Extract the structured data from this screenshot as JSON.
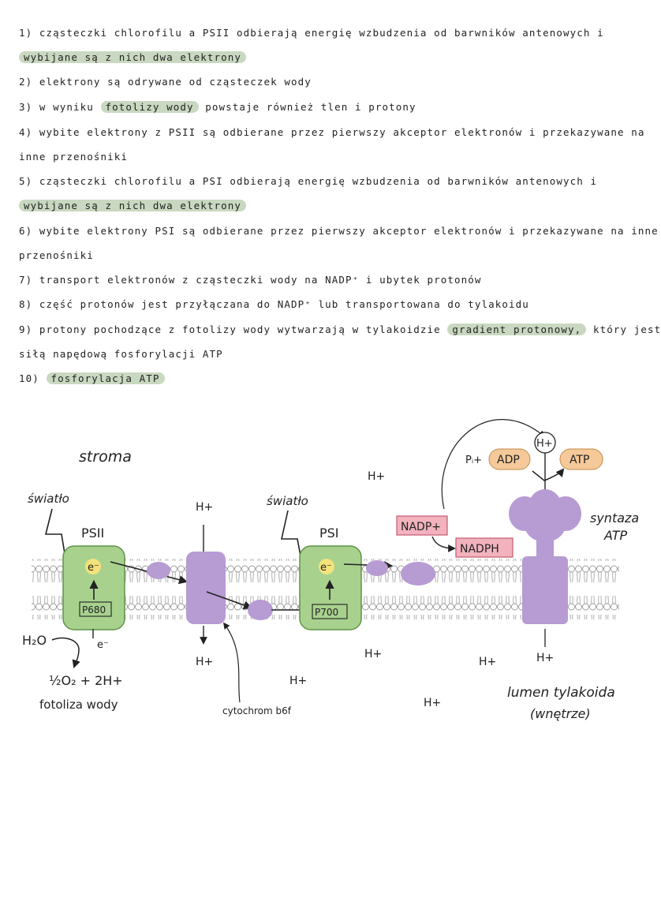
{
  "notes": [
    {
      "parts": [
        {
          "t": "1) cząsteczki chlorofilu a PSII odbierają energię wzbudzenia od barwników antenowych i"
        }
      ]
    },
    {
      "parts": [
        {
          "t": "wybijane są z nich dwa elektrony",
          "hl": true
        }
      ]
    },
    {
      "parts": [
        {
          "t": "2) elektrony są odrywane od cząsteczek wody"
        }
      ]
    },
    {
      "parts": [
        {
          "t": "3) w wyniku "
        },
        {
          "t": "fotolizy wody",
          "hl": true
        },
        {
          "t": " powstaje również tlen i protony"
        }
      ]
    },
    {
      "parts": [
        {
          "t": "4) wybite elektrony z PSII są odbierane przez pierwszy akceptor elektronów i przekazywane na"
        }
      ]
    },
    {
      "parts": [
        {
          "t": "inne przenośniki"
        }
      ]
    },
    {
      "parts": [
        {
          "t": "5) cząsteczki chlorofilu a PSI odbierają energię wzbudzenia od barwników antenowych i"
        }
      ]
    },
    {
      "parts": [
        {
          "t": "wybijane są z nich dwa elektrony",
          "hl": true
        }
      ]
    },
    {
      "parts": [
        {
          "t": "6) wybite elektrony PSI są odbierane przez pierwszy akceptor elektronów i przekazywane na inne"
        }
      ]
    },
    {
      "parts": [
        {
          "t": "przenośniki"
        }
      ]
    },
    {
      "parts": [
        {
          "t": "7) transport elektronów z cząsteczki wody na NADP⁺ i ubytek protonów"
        }
      ]
    },
    {
      "parts": [
        {
          "t": "8) część protonów jest przyłączana do NADP⁺ lub transportowana do tylakoidu"
        }
      ]
    },
    {
      "parts": [
        {
          "t": "9) protony pochodzące z fotolizy wody wytwarzają w tylakoidzie "
        },
        {
          "t": "gradient protonowy,",
          "hl": true
        },
        {
          "t": " który jest"
        }
      ]
    },
    {
      "parts": [
        {
          "t": "siłą napędową fosforylacji ATP"
        }
      ]
    },
    {
      "parts": [
        {
          "t": "10) "
        },
        {
          "t": "fosforylacja ATP",
          "hl": true
        }
      ]
    }
  ],
  "diagram": {
    "stroma": "stroma",
    "light1": "światło",
    "light2": "światło",
    "psii": "PSII",
    "psi": "PSI",
    "e_minus": "e⁻",
    "p680": "P680",
    "p700": "P700",
    "h2o": "H₂O",
    "electron": "e⁻",
    "oxygen": "½O₂ + 2H+",
    "photolysis": "fotoliza wody",
    "cytochrome": "cytochrom b6f",
    "h_plus": "H+",
    "nadp_plus": "NADP+",
    "nadph": "NADPH",
    "pi": "Pᵢ+",
    "adp": "ADP",
    "atp": "ATP",
    "synthase": "syntaza ATP",
    "lumen": "lumen tylakoida",
    "lumen_sub": "(wnętrze)",
    "colors": {
      "green": "#a8d18e",
      "green_stroke": "#5f9447",
      "purple": "#b79bd3",
      "pink": "#f2b2be",
      "pink_stroke": "#c45a70",
      "orange": "#f5c99a",
      "yellow": "#f4e27a",
      "highlight": "#c9d8c0"
    }
  }
}
